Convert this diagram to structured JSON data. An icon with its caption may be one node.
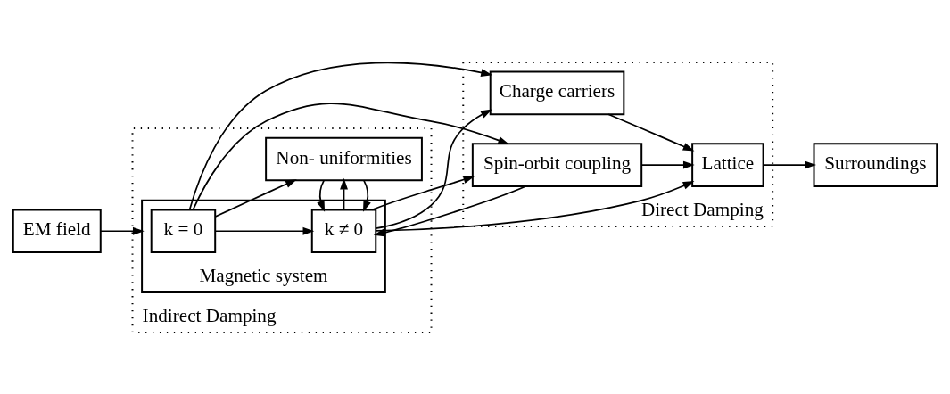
{
  "diagram": {
    "nodes": [
      {
        "text": [
          "EM field"
        ]
      },
      {
        "text": [
          "Indirect Damping"
        ]
      },
      {
        "text": [
          "Non- uniformities"
        ],
        "in": 1
      },
      {
        "text": [
          "Magnetic system"
        ],
        "in": 1
      },
      {
        "text": [
          "k = 0"
        ],
        "in": 3
      },
      {
        "text": [
          "k ≠ 0"
        ],
        "in": 3
      },
      {
        "text": [
          "Direct Damping"
        ]
      },
      {
        "text": [
          "Charge carriers"
        ],
        "in": 6
      },
      {
        "text": [
          "Spin-orbit coupling"
        ],
        "in": 6
      },
      {
        "text": [
          "Lattice"
        ],
        "in": 6
      },
      {
        "text": [
          "Surroundings"
        ]
      }
    ],
    "edges": [
      {
        "from": 0,
        "to": 3,
        "arrow": "to"
      },
      {
        "from": 4,
        "to": 2,
        "arrow": "to"
      },
      {
        "from": 2,
        "to": 5,
        "arrow": "to"
      },
      {
        "from": 5,
        "to": 2,
        "arrow": "to"
      },
      {
        "from": 2,
        "to": 5,
        "arrow": "to"
      },
      {
        "from": 4,
        "to": 5,
        "arrow": "to"
      },
      {
        "from": 4,
        "to": 7,
        "arrow": "to"
      },
      {
        "from": 4,
        "to": 8,
        "arrow": "to"
      },
      {
        "from": 5,
        "to": 7,
        "arrow": "to"
      },
      {
        "from": 5,
        "to": 9,
        "arrow": "to"
      },
      {
        "from": 5,
        "to": 8,
        "arrow": "to"
      },
      {
        "from": 8,
        "to": 5,
        "arrow": "to"
      },
      {
        "from": 7,
        "to": 9,
        "arrow": "to"
      },
      {
        "from": 8,
        "to": 9,
        "arrow": "to"
      },
      {
        "from": 9,
        "to": 10,
        "arrow": "to"
      }
    ]
  }
}
